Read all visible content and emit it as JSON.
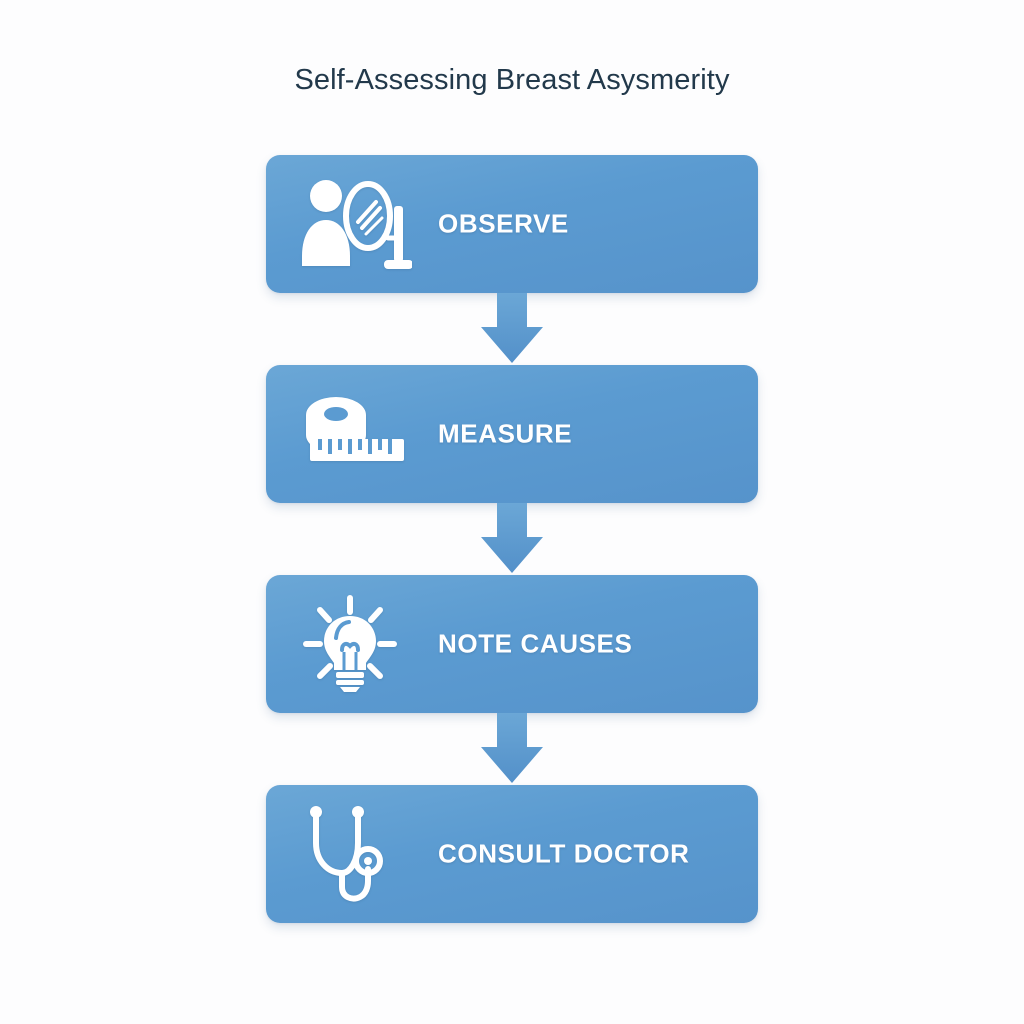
{
  "title": "Self-Assessing Breast Asysmerity",
  "colors": {
    "background": "#fdfdfe",
    "box_fill": "#5b9bd1",
    "box_fill_light": "#6ba7d6",
    "arrow_fill": "#5b9bd1",
    "label_text": "#ffffff",
    "title_text": "#22394b",
    "icon_fill": "#ffffff"
  },
  "flow": {
    "orientation": "vertical",
    "steps": [
      {
        "label": "OBSERVE",
        "icon": "person-mirror-icon"
      },
      {
        "label": "MEASURE",
        "icon": "measuring-tape-icon"
      },
      {
        "label": "NOTE CAUSES",
        "icon": "lightbulb-icon"
      },
      {
        "label": "CONSULT DOCTOR",
        "icon": "stethoscope-icon"
      }
    ],
    "connectors": [
      {
        "icon": "down-arrow-icon"
      },
      {
        "icon": "down-arrow-icon"
      },
      {
        "icon": "down-arrow-icon"
      }
    ]
  }
}
